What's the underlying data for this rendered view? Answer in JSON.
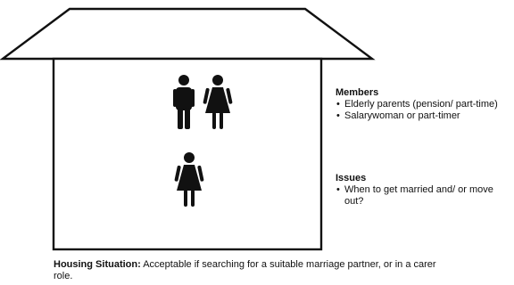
{
  "members": {
    "heading": "Members",
    "items": [
      "Elderly parents (pension/ part-time)",
      "Salarywoman or part-timer"
    ]
  },
  "issues": {
    "heading": "Issues",
    "items": [
      "When to get married and/ or move out?"
    ]
  },
  "caption": {
    "label": "Housing Situation:",
    "text": " Acceptable if searching for a suitable marriage partner, or in a carer role."
  },
  "figures": [
    "man-icon",
    "woman-icon",
    "woman-icon"
  ],
  "colors": {
    "line": "#111111",
    "figure": "#111111"
  }
}
